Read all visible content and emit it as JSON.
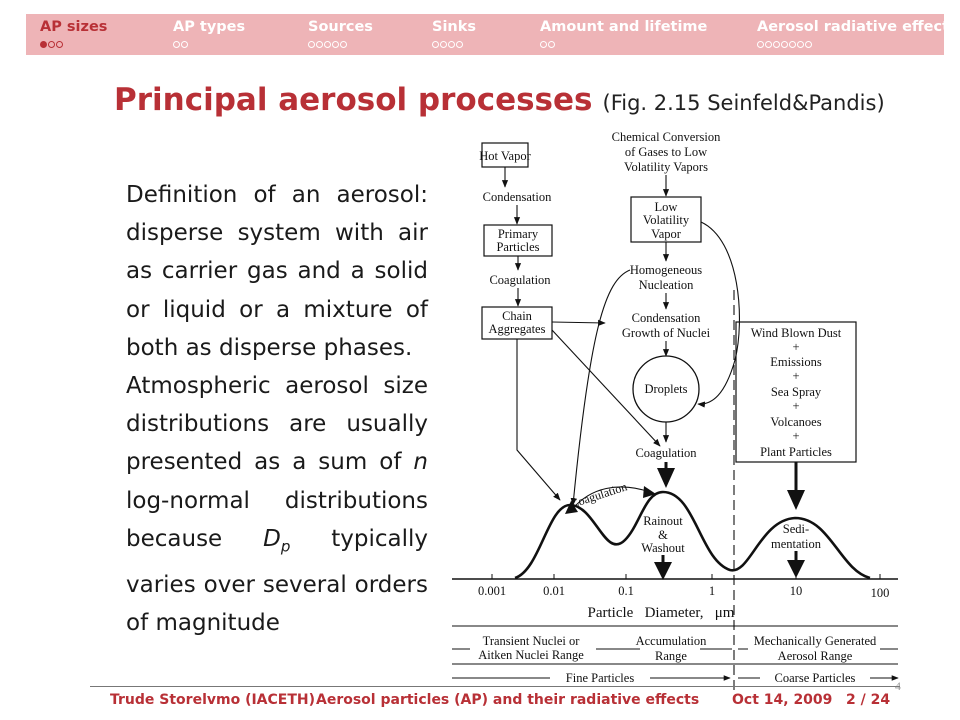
{
  "nav": {
    "sections": [
      {
        "title": "AP sizes",
        "dots": 3,
        "filled": 1,
        "active": true
      },
      {
        "title": "AP types",
        "dots": 2,
        "filled": 0,
        "active": false
      },
      {
        "title": "Sources",
        "dots": 5,
        "filled": 0,
        "active": false
      },
      {
        "title": "Sinks",
        "dots": 4,
        "filled": 0,
        "active": false
      },
      {
        "title": "Amount and lifetime",
        "dots": 2,
        "filled": 0,
        "active": false
      },
      {
        "title": "Aerosol radiative effects",
        "dots": 7,
        "filled": 0,
        "active": false
      }
    ]
  },
  "slide": {
    "title": "Principal aerosol processes",
    "title_ref": "(Fig. 2.15 Seinfeld&Pandis)",
    "para1": "Definition of an aerosol: disperse system with air as carrier gas and a solid or liquid or a mixture of both as disperse phases.",
    "para2_a": "Atmospheric aerosol size distributions are usually presented as a sum of ",
    "para2_n": "n",
    "para2_b": " log-normal distributions because ",
    "para2_dp_d": "D",
    "para2_dp_p": "p",
    "para2_c": " typically varies over several orders of magnitude"
  },
  "figure": {
    "hot_vapor": "Hot Vapor",
    "condensation": "Condensation",
    "primary_1": "Primary",
    "primary_2": "Particles",
    "coagulation_left": "Coagulation",
    "chain_1": "Chain",
    "chain_2": "Aggregates",
    "chem_1": "Chemical Conversion",
    "chem_2": "of Gases to Low",
    "chem_3": "Volatility Vapors",
    "lvv_1": "Low",
    "lvv_2": "Volatility",
    "lvv_3": "Vapor",
    "homog_1": "Homogeneous",
    "homog_2": "Nucleation",
    "cond_growth_1": "Condensation",
    "cond_growth_2": "Growth of Nuclei",
    "droplets": "Droplets",
    "coagulation_mid": "Coagulation",
    "wind_1": "Wind Blown Dust",
    "wind_plus": "+",
    "wind_2": "Emissions",
    "wind_3": "Sea Spray",
    "wind_4": "Volcanoes",
    "wind_5": "Plant Particles",
    "coag_curve": "Coagulation",
    "rainout_1": "Rainout",
    "rainout_2": "&",
    "rainout_3": "Washout",
    "sedi_1": "Sedi-",
    "sedi_2": "mentation",
    "ticks": [
      "0.001",
      "0.01",
      "0.1",
      "1",
      "10",
      "100"
    ],
    "axis_label": "Particle   Diameter,   μm",
    "transient_1": "Transient Nuclei or",
    "transient_2": "Aitken Nuclei Range",
    "accum_1": "Accumulation",
    "accum_2": "Range",
    "mech_1": "Mechanically Generated",
    "mech_2": "Aerosol Range",
    "fine": "Fine Particles",
    "coarse": "Coarse Particles",
    "page_mark": "4"
  },
  "footer": {
    "author": "Trude Storelvmo",
    "institute": "(IACETH)",
    "talk": "Aerosol particles (AP) and their radiative effects",
    "date": "Oct 14, 2009",
    "pages": "2 / 24"
  }
}
